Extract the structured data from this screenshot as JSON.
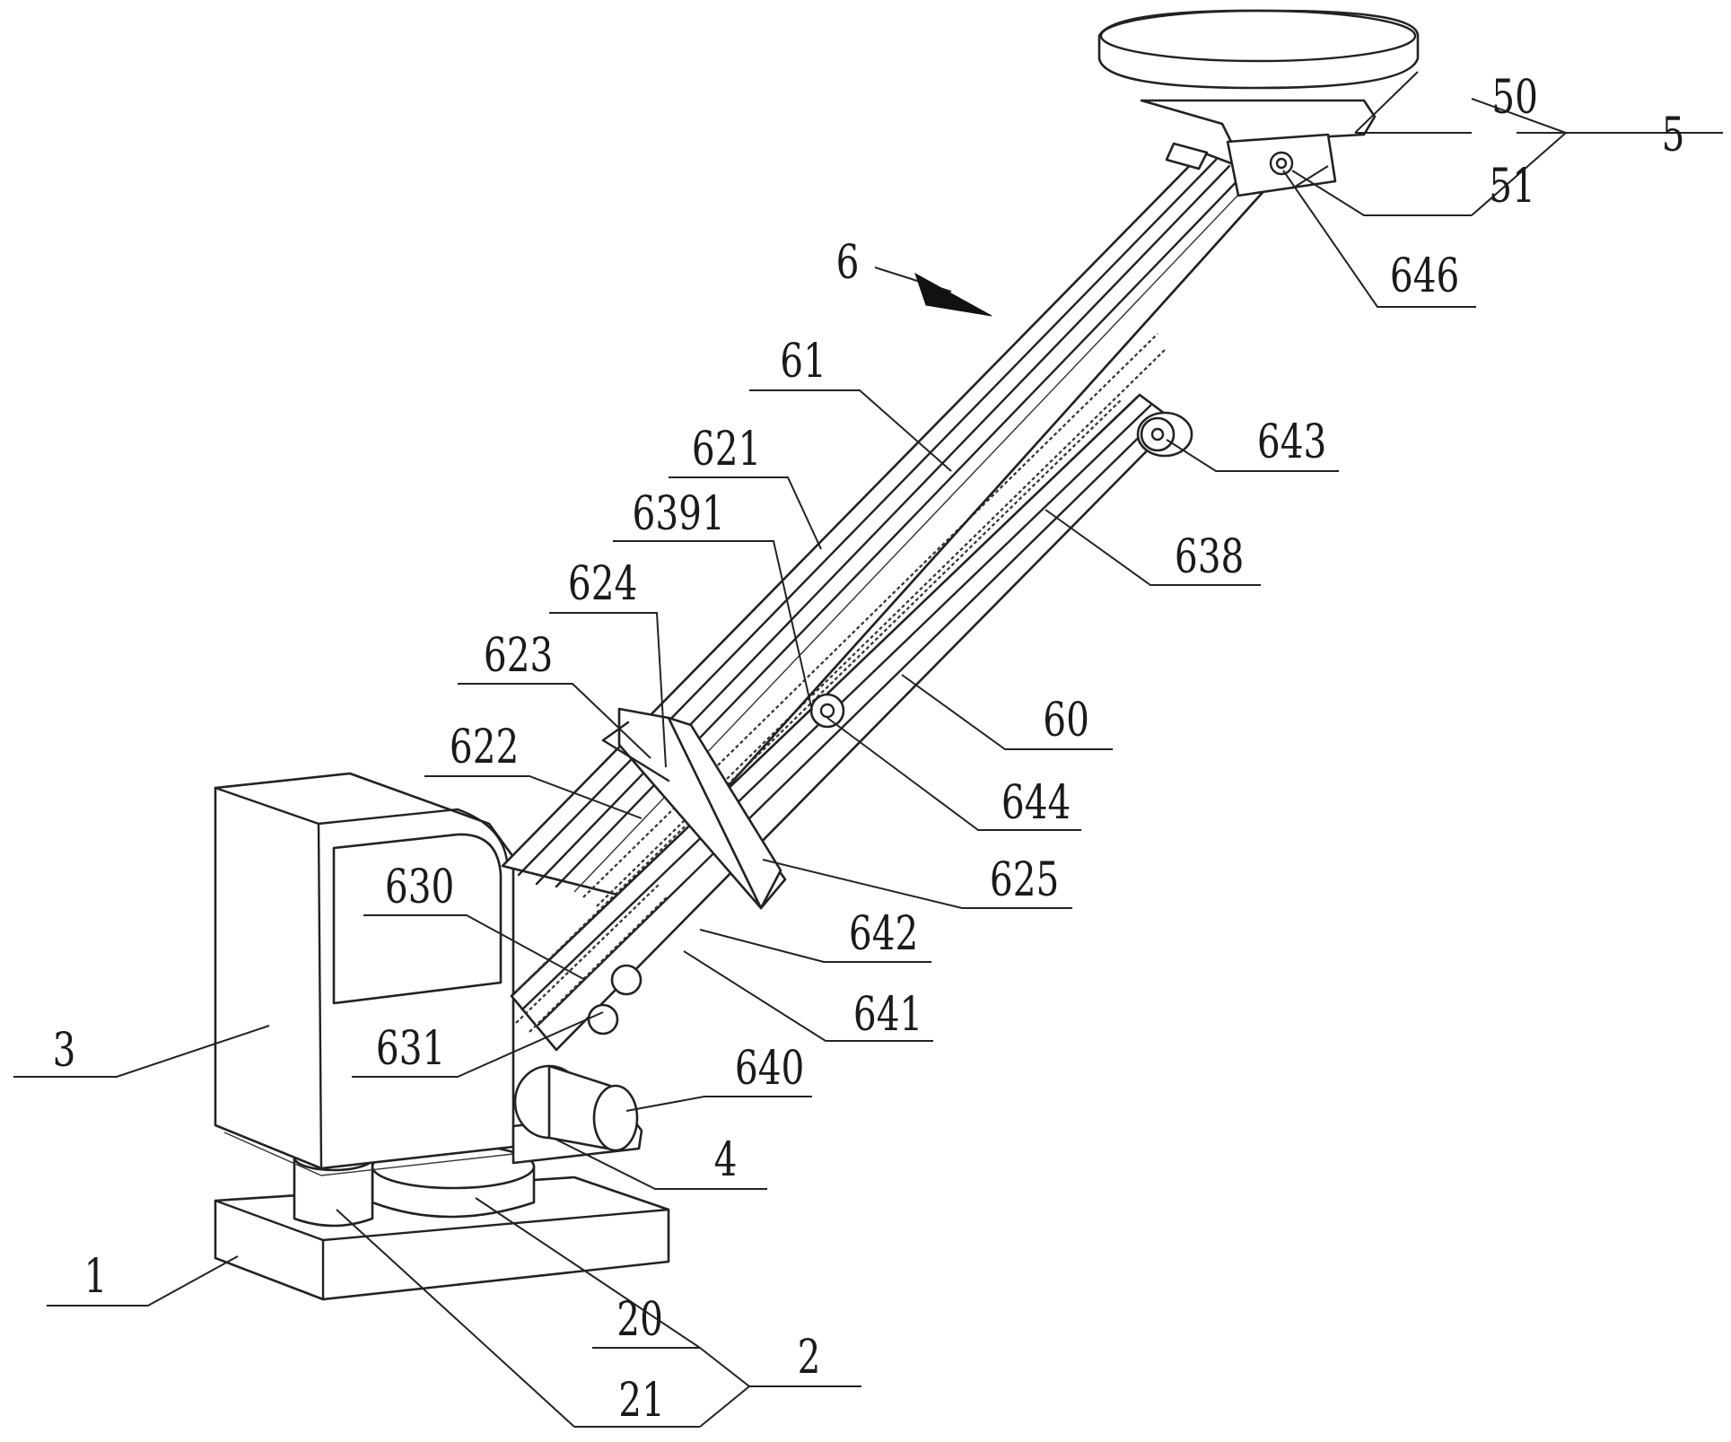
{
  "labels": {
    "l1": "1",
    "l2": "2",
    "l3": "3",
    "l4": "4",
    "l5": "5",
    "l6": "6",
    "l20": "20",
    "l21": "21",
    "l50": "50",
    "l51": "51",
    "l60": "60",
    "l61": "61",
    "l621": "621",
    "l622": "622",
    "l623": "623",
    "l624": "624",
    "l625": "625",
    "l630": "630",
    "l631": "631",
    "l638": "638",
    "l6391": "6391",
    "l640": "640",
    "l641": "641",
    "l642": "642",
    "l643": "643",
    "l644": "644",
    "l646": "646"
  }
}
